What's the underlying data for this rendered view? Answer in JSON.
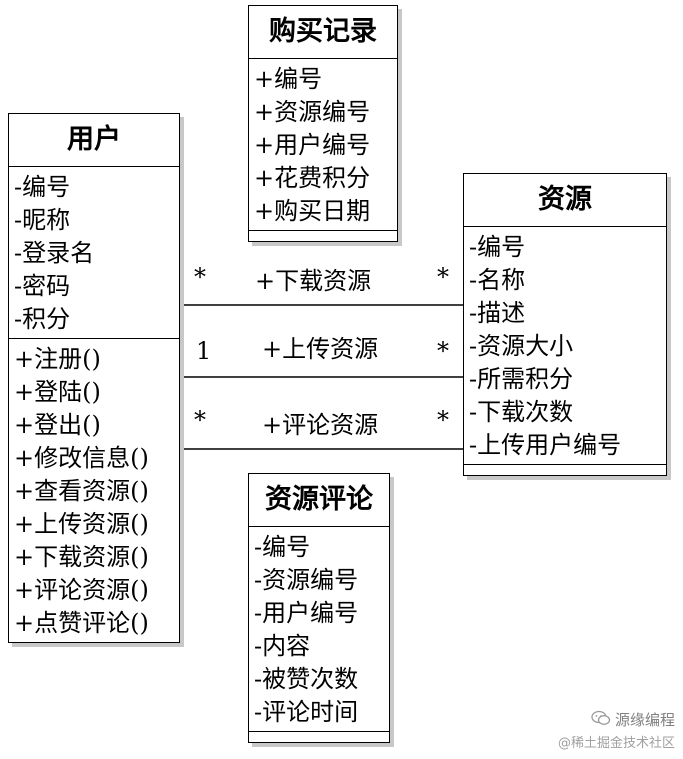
{
  "classes": {
    "purchase_record": {
      "name": "购买记录",
      "attributes": [
        "+编号",
        "+资源编号",
        "+用户编号",
        "+花费积分",
        "+购买日期"
      ]
    },
    "user": {
      "name": "用户",
      "attributes": [
        "-编号",
        "-昵称",
        "-登录名",
        "-密码",
        "-积分"
      ],
      "methods": [
        "+注册()",
        "+登陆()",
        "+登出()",
        "+修改信息()",
        "+查看资源()",
        "+上传资源()",
        "+下载资源()",
        "+评论资源()",
        "+点赞评论()"
      ]
    },
    "resource": {
      "name": "资源",
      "attributes": [
        "-编号",
        "-名称",
        "-描述",
        "-资源大小",
        "-所需积分",
        "-下载次数",
        "-上传用户编号"
      ]
    },
    "resource_comment": {
      "name": "资源评论",
      "attributes": [
        "-编号",
        "-资源编号",
        "-用户编号",
        "-内容",
        "-被赞次数",
        "-评论时间"
      ]
    }
  },
  "relations": [
    {
      "label": "+下载资源",
      "mult_left": "*",
      "mult_right": "*"
    },
    {
      "label": "+上传资源",
      "mult_left": "1",
      "mult_right": "*"
    },
    {
      "label": "+评论资源",
      "mult_left": "*",
      "mult_right": "*"
    }
  ],
  "watermark": {
    "brand": "源缘编程",
    "site": "@稀土掘金技术社区",
    "icon": "wechat-icon"
  }
}
